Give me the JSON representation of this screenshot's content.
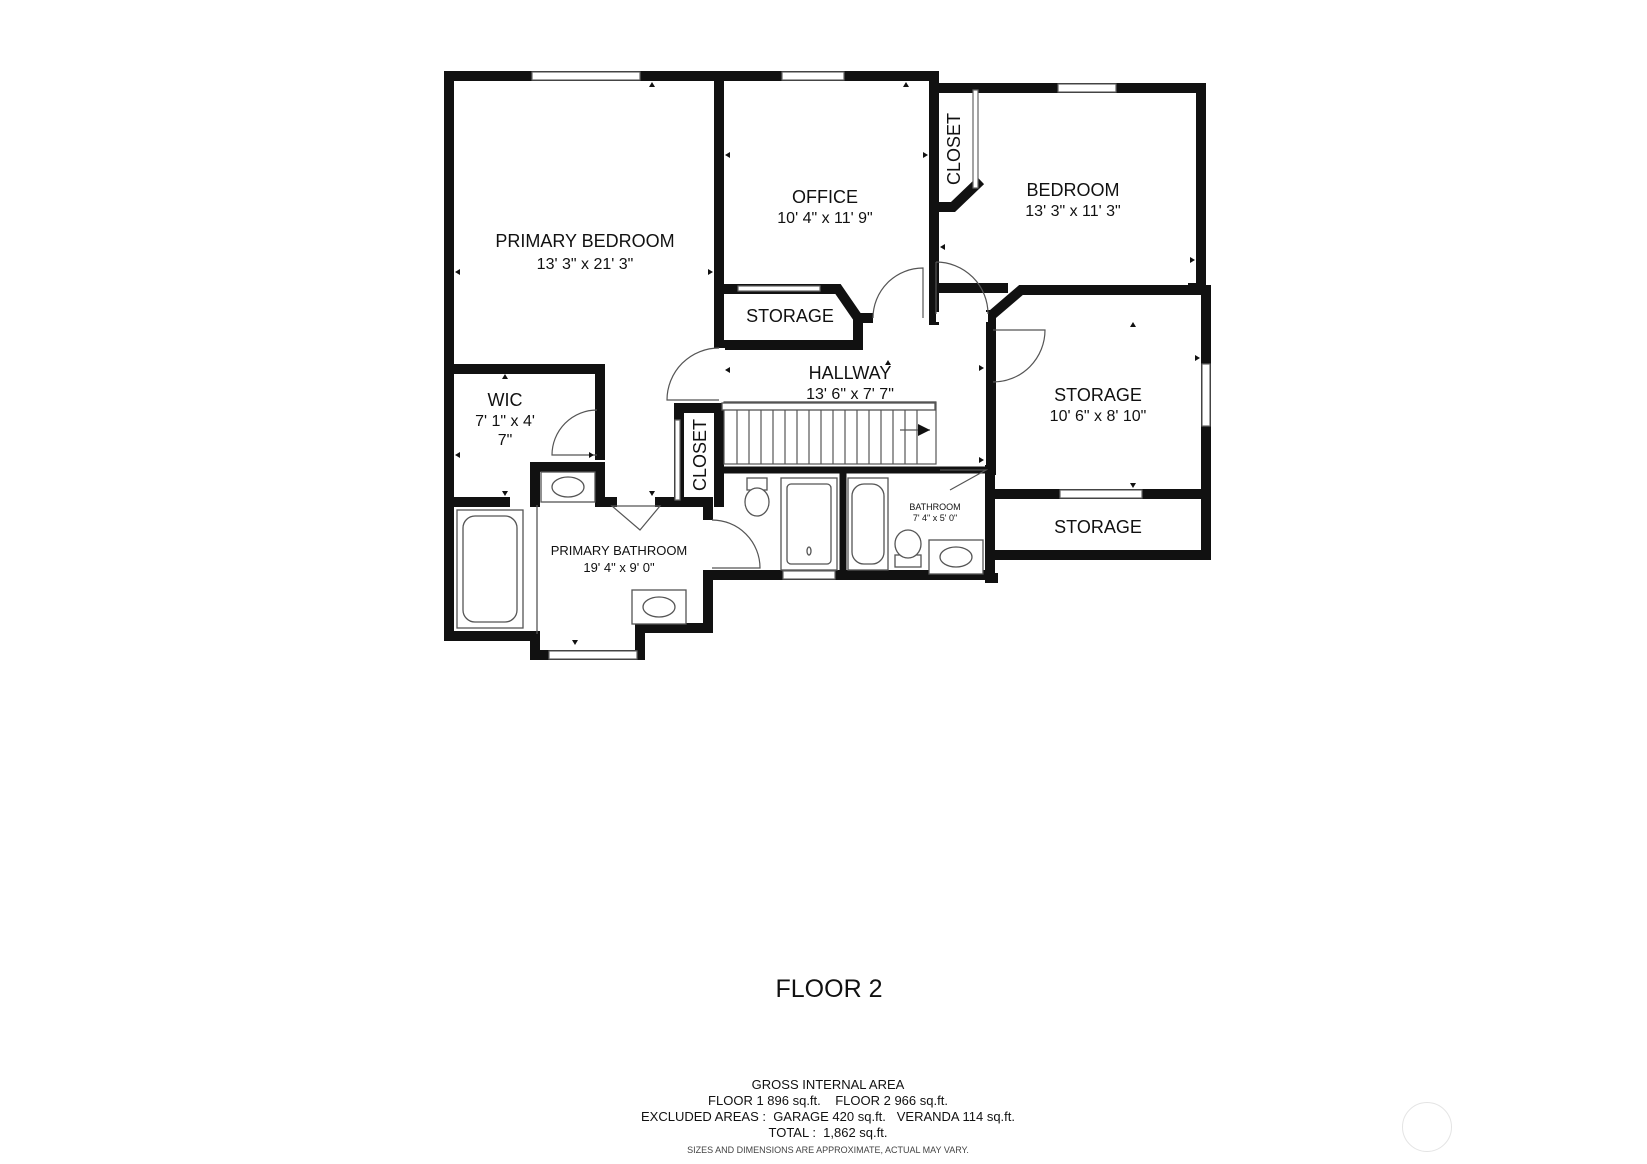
{
  "floor_label": "FLOOR 2",
  "rooms": {
    "primary_bedroom": {
      "name": "PRIMARY BEDROOM",
      "dims": "13' 3\" x 21' 3\""
    },
    "office": {
      "name": "OFFICE",
      "dims": "10' 4\" x 11' 9\""
    },
    "bedroom": {
      "name": "BEDROOM",
      "dims": "13' 3\" x 11' 3\""
    },
    "closet_top": {
      "name": "CLOSET"
    },
    "storage_small": {
      "name": "STORAGE"
    },
    "hallway": {
      "name": "HALLWAY",
      "dims": "13' 6\" x 7' 7\""
    },
    "storage_main": {
      "name": "STORAGE",
      "dims": "10' 6\" x 8' 10\""
    },
    "storage_bottom": {
      "name": "STORAGE"
    },
    "wic": {
      "name": "WIC",
      "dims_line1": "7' 1\" x 4'",
      "dims_line2": "7\""
    },
    "closet_hall": {
      "name": "CLOSET"
    },
    "primary_bathroom": {
      "name": "PRIMARY BATHROOM",
      "dims": "19' 4\" x 9' 0\""
    },
    "bathroom": {
      "name": "BATHROOM",
      "dims": "7' 4\" x 5' 0\""
    }
  },
  "area_summary": {
    "heading": "GROSS INTERNAL AREA",
    "floors_line": "FLOOR 1 896 sq.ft.    FLOOR 2 966 sq.ft.",
    "excluded_line": "EXCLUDED AREAS :  GARAGE 420 sq.ft.   VERANDA 114 sq.ft.",
    "total_line": "TOTAL :  1,862 sq.ft.",
    "disclaimer": "SIZES AND DIMENSIONS ARE APPROXIMATE, ACTUAL MAY VARY."
  }
}
